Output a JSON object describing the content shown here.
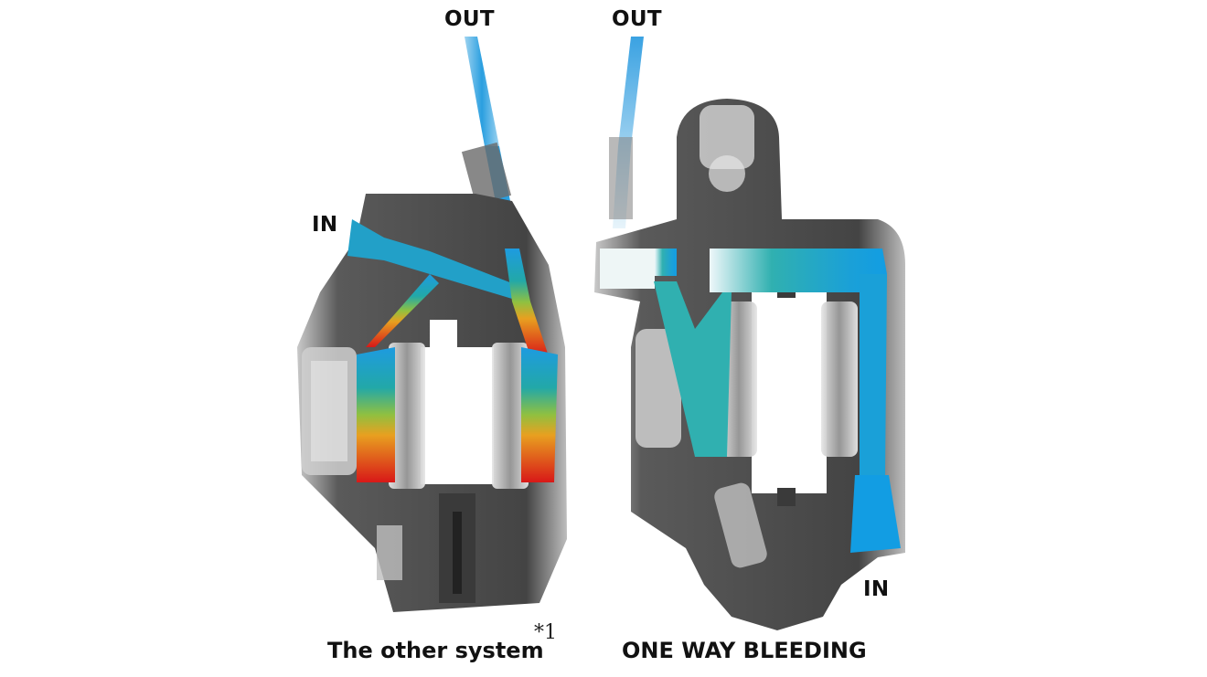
{
  "diagram": {
    "left": {
      "title": "The other system",
      "footnote": "*1",
      "labels": {
        "out": "OUT",
        "in": "IN"
      },
      "flow_gradient": [
        "#1e9be0",
        "#20a8a8",
        "#e8a020",
        "#d81818"
      ]
    },
    "right": {
      "title": "ONE WAY BLEEDING",
      "labels": {
        "out": "OUT",
        "in": "IN"
      },
      "flow_gradient": [
        "#e8f4fa",
        "#2ab0b0",
        "#129de3"
      ]
    },
    "colors": {
      "caliper_body": "#4a4a4a",
      "caliper_highlight": "#cfcfcf"
    }
  }
}
